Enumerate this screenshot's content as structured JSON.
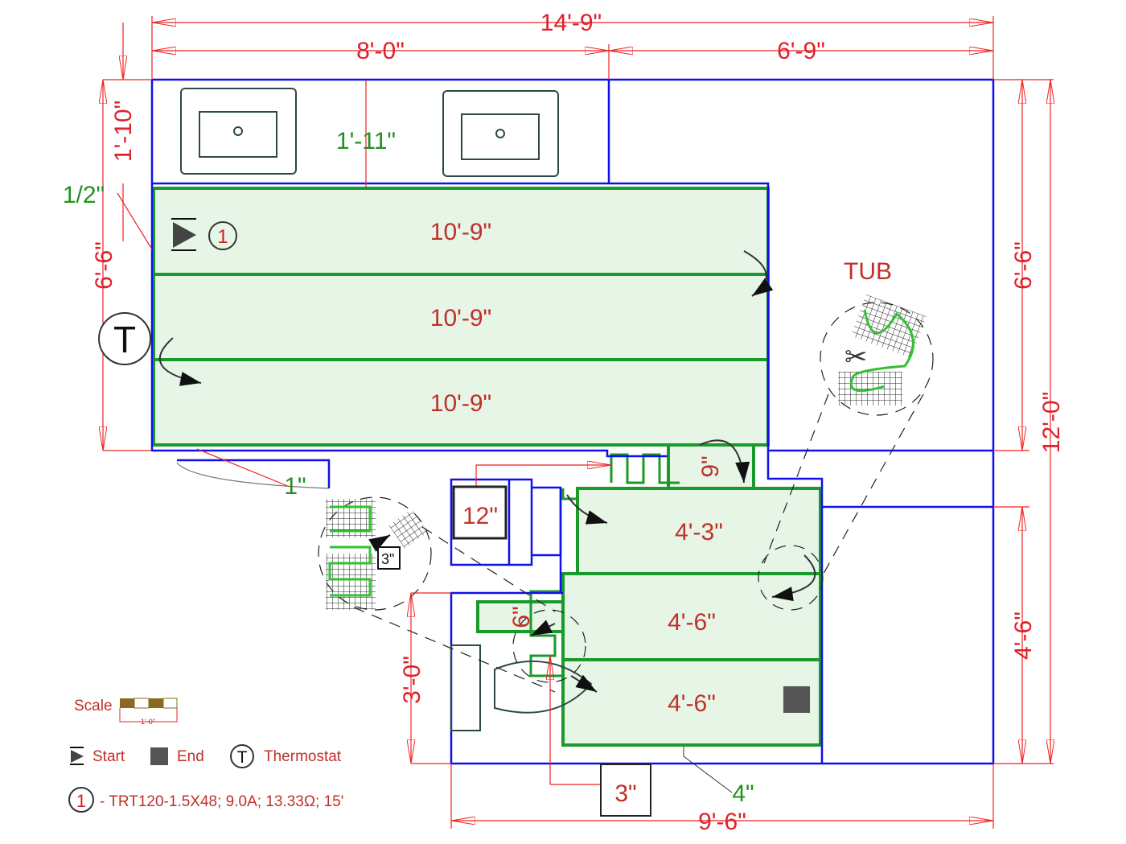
{
  "dimensions": {
    "overall_width": "14'-9\"",
    "vanity_width": "8'-0\"",
    "tub_width": "6'-9\"",
    "vanity_depth": "1'-10\"",
    "gap_top": "1'-11\"",
    "offset_half": "1/2\"",
    "left_height": "6'-6\"",
    "right_height_upper": "6'-6\"",
    "overall_height": "12'-0\"",
    "right_height_lower": "4'-6\"",
    "door_offset": "1\"",
    "bottom_width": "9'-6\"",
    "toilet_offset": "3'-0\"",
    "box_12": "12\"",
    "box_3_bottom": "3\"",
    "bottom_4": "4\"",
    "strip_9": "9\"",
    "strip_6": "6\"",
    "detail_3": "3\""
  },
  "runs": [
    "10'-9\"",
    "10'-9\"",
    "10'-9\"",
    "4'-3\"",
    "4'-6\"",
    "4'-6\""
  ],
  "labels": {
    "tub": "TUB",
    "thermostat_symbol": "T",
    "circuit_number": "1"
  },
  "legend": {
    "scale_label": "Scale",
    "scale_value": "1'-0\"",
    "start": "Start",
    "end": "End",
    "thermostat": "Thermostat",
    "thermostat_symbol": "T",
    "circuit_number": "1",
    "circuit_spec": "- TRT120-1.5X48; 9.0A; 13.33Ω; 15'"
  },
  "colors": {
    "wall": "#1010ee",
    "mat": "#1a9a2a",
    "dimension": "#e0202a"
  }
}
